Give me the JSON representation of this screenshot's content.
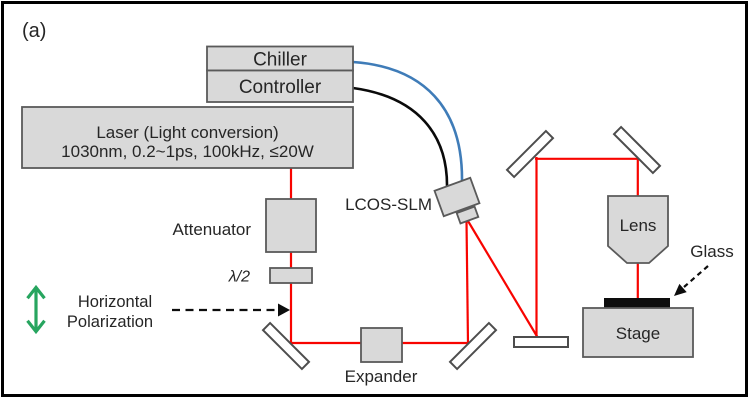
{
  "panel_label": "(a)",
  "components": {
    "chiller": {
      "label": "Chiller"
    },
    "controller": {
      "label": "Controller"
    },
    "laser": {
      "line1": "Laser (Light conversion)",
      "line2": "1030nm, 0.2~1ps, 100kHz, ≤20W"
    },
    "attenuator": {
      "label": "Attenuator"
    },
    "half_wave_plate": {
      "label": "λ/2"
    },
    "lcos_slm": {
      "label": "LCOS-SLM"
    },
    "expander": {
      "label": "Expander"
    },
    "lens": {
      "label": "Lens"
    },
    "glass": {
      "label": "Glass"
    },
    "stage": {
      "label": "Stage"
    }
  },
  "annotations": {
    "polarization": {
      "line1": "Horizontal",
      "line2": "Polarization"
    }
  },
  "colors": {
    "beam": "#f80400",
    "chiller_cable": "#3f7cb8",
    "controller_cable": "#0a0a0a",
    "polarization_arrow": "#27a55f",
    "component_fill": "#d9d9d9",
    "component_border": "#5a5a5a",
    "mirror_border": "#4d4d4d",
    "glass_fill": "#0d0d0d",
    "text": "#262626"
  }
}
